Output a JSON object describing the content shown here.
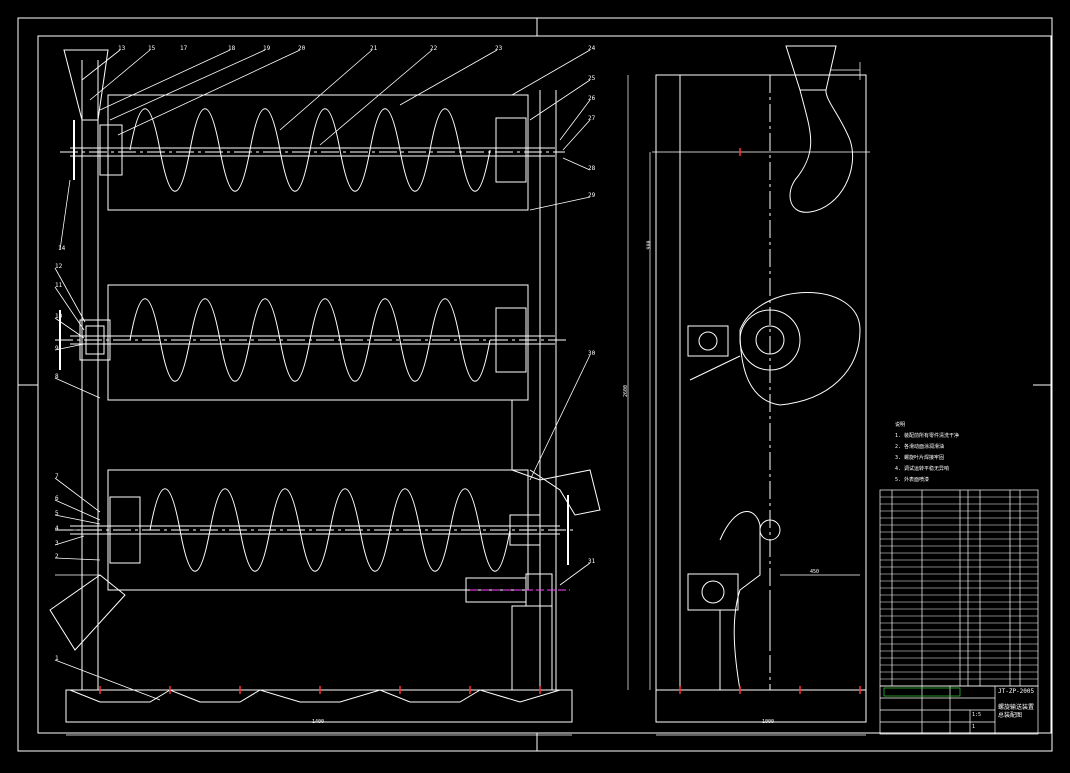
{
  "drawing": {
    "callouts_left": [
      "13",
      "15",
      "17",
      "18",
      "19",
      "20",
      "21",
      "22",
      "23",
      "24",
      "25",
      "26",
      "27",
      "28",
      "29",
      "30",
      "31",
      "14",
      "12",
      "11",
      "10",
      "9",
      "8",
      "7",
      "6",
      "5",
      "4",
      "3",
      "2",
      "1"
    ],
    "dim_bottom_left": "1400",
    "dim_bottom_right": "1000",
    "dim_right_height": "2600",
    "dim_right_a": "980",
    "dim_right_b": "450"
  },
  "notes": {
    "title": "说明",
    "lines": [
      "1. 装配前所有零件清洗干净",
      "2. 各滑动面涂润滑油",
      "3. 螺旋叶片焊接牢固",
      "4. 调试运转平稳无异响",
      "5. 外表面喷漆"
    ]
  },
  "title_block": {
    "drawing_no": "JT-ZP-2005",
    "title_lines": [
      "螺旋输送装置",
      "总装配图"
    ],
    "scale": "1:5",
    "sheet": "1"
  },
  "colors": {
    "line": "#ffffff",
    "accent_red": "#ff3030",
    "accent_magenta": "#ff40ff",
    "table_green": "#33cc33",
    "background": "#000000"
  }
}
